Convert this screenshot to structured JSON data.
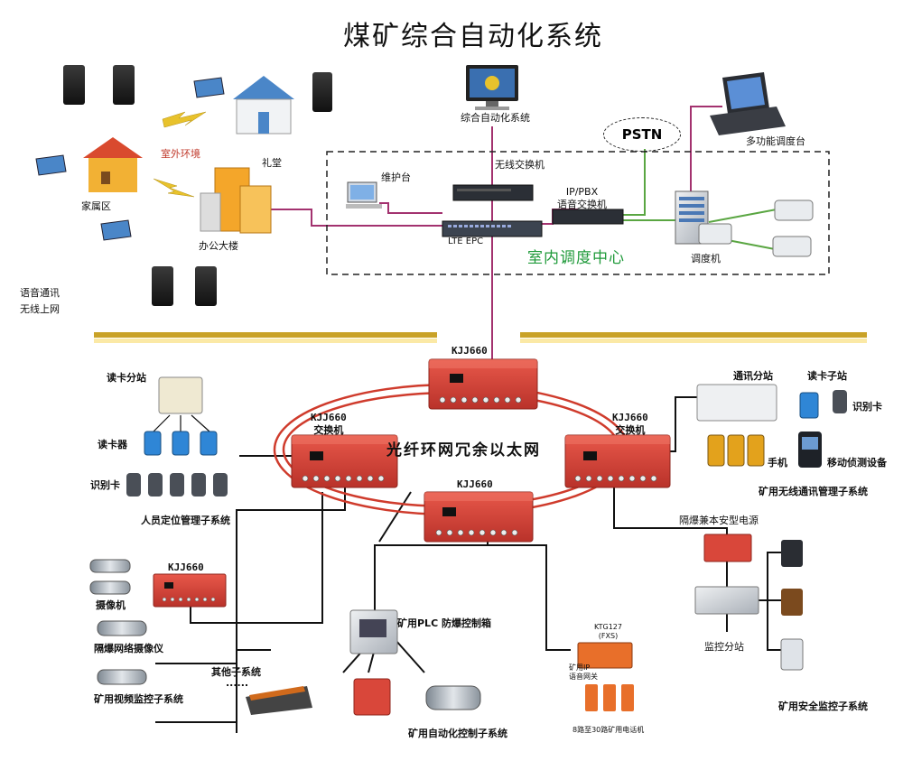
{
  "title": "煤矿综合自动化系统",
  "colors": {
    "switch_red": "#d9473a",
    "switch_dark": "#b8342a",
    "link_pink": "#a3326f",
    "link_green": "#5aa642",
    "ring_red": "#cf3b2c",
    "ground": "#c9a227",
    "center_text": "#1f9a3a"
  },
  "surface": {
    "top_computer": "综合自动化系统",
    "wireless_switch": "无线交换机",
    "maintenance": "维护台",
    "lte_epc": "LTE EPC",
    "ip_pbx": "IP/PBX\n语音交换机",
    "pstn": "PSTN",
    "dispatch_console": "多功能调度台",
    "dispatcher": "调度机",
    "dispatch_center": "室内调度中心",
    "outdoor_env": "室外环境",
    "auditorium": "礼堂",
    "family_area": "家属区",
    "office_building": "办公大楼",
    "voice_web": "语音通讯\n无线上网"
  },
  "underground": {
    "ring_label": "光纤环网冗余以太网",
    "switch_top": "KJJ660",
    "switch_left": "KJJ660\n交换机",
    "switch_right": "KJJ660\n交换机",
    "switch_bottom": "KJJ660",
    "switch_small": "KJJ660"
  },
  "subsystems": {
    "card_station": "读卡分站",
    "card_reader": "读卡器",
    "id_card": "识别卡",
    "positioning": "人员定位管理子系统",
    "comm_station": "通讯分站",
    "card_sub": "读卡子站",
    "id_card_right": "识别卡",
    "phone": "手机",
    "mobile_detector": "移动侦测设备",
    "wireless_mgmt": "矿用无线通讯管理子系统",
    "camera": "摄像机",
    "explosion_camera": "隔爆网络摄像仪",
    "video_monitor": "矿用视频监控子系统",
    "other_sub": "其他子系统",
    "ellipsis": "......",
    "plc_box": "矿用PLC 防爆控制箱",
    "auto_control": "矿用自动化控制子系统",
    "ktg127": "KTG127\n(FXS)",
    "ip_gateway": "矿用IP\n语音网关",
    "phones_8_30": "8路至30路矿用电话机",
    "power_supply": "隔爆兼本安型电源",
    "monitor_station": "监控分站",
    "safety_monitor": "矿用安全监控子系统"
  }
}
